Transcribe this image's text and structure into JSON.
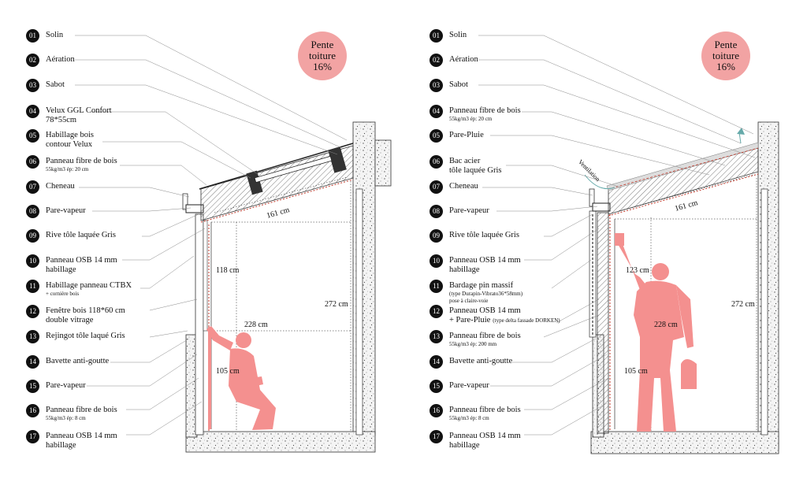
{
  "left": {
    "badge": [
      "Pente",
      "toiture",
      "16%"
    ],
    "items": [
      {
        "n": "01",
        "label": "Solin"
      },
      {
        "n": "02",
        "label": "Aération"
      },
      {
        "n": "03",
        "label": "Sabot"
      },
      {
        "n": "04",
        "label": "Velux GGL Confort",
        "label2": "78*55cm"
      },
      {
        "n": "05",
        "label": "Habillage bois",
        "label2": "contour Velux"
      },
      {
        "n": "06",
        "label": "Panneau fibre de bois",
        "sub": "55kg/m3 ép: 20 cm"
      },
      {
        "n": "07",
        "label": "Cheneau"
      },
      {
        "n": "08",
        "label": "Pare-vapeur"
      },
      {
        "n": "09",
        "label": "Rive tôle laquée Gris"
      },
      {
        "n": "10",
        "label": "Panneau OSB 14 mm",
        "label2": "habillage"
      },
      {
        "n": "11",
        "label": "Habillage panneau CTBX",
        "sub": "+ cornière bois"
      },
      {
        "n": "12",
        "label": "Fenêtre bois 118*60 cm",
        "label2": "double vitrage"
      },
      {
        "n": "13",
        "label": "Rejingot tôle laqué Gris"
      },
      {
        "n": "14",
        "label": "Bavette anti-goutte"
      },
      {
        "n": "15",
        "label": "Pare-vapeur"
      },
      {
        "n": "16",
        "label": "Panneau fibre de bois",
        "sub": "55kg/m3 ép: 8 cm"
      },
      {
        "n": "17",
        "label": "Panneau OSB 14 mm",
        "label2": "habillage"
      }
    ],
    "dims": {
      "d161": "161 cm",
      "d118": "118 cm",
      "d228": "228 cm",
      "d105": "105 cm",
      "d272": "272 cm"
    }
  },
  "right": {
    "badge": [
      "Pente",
      "toiture",
      "16%"
    ],
    "items": [
      {
        "n": "01",
        "label": "Solin"
      },
      {
        "n": "02",
        "label": "Aération"
      },
      {
        "n": "03",
        "label": "Sabot"
      },
      {
        "n": "04",
        "label": "Panneau fibre de bois",
        "sub": "55kg/m3 ép: 20 cm"
      },
      {
        "n": "05",
        "label": "Pare-Pluie"
      },
      {
        "n": "06",
        "label": "Bac acier",
        "label2": "tôle laquée Gris"
      },
      {
        "n": "07",
        "label": "Cheneau"
      },
      {
        "n": "08",
        "label": "Pare-vapeur"
      },
      {
        "n": "09",
        "label": "Rive tôle laquée Gris"
      },
      {
        "n": "10",
        "label": "Panneau OSB 14 mm",
        "label2": "habillage"
      },
      {
        "n": "11",
        "label": "Bardage pin massif",
        "sub": "(type Durapin-Vibrato36*58mm)",
        "sub2": "pose à claire-voie"
      },
      {
        "n": "12",
        "label": "Panneau OSB 14 mm",
        "label2": "+ Pare-Pluie",
        "inline_sub": "(type delta fassade DORKEN)"
      },
      {
        "n": "13",
        "label": "Panneau fibre de bois",
        "sub": "55kg/m3 ép: 200 mm"
      },
      {
        "n": "14",
        "label": "Bavette anti-goutte"
      },
      {
        "n": "15",
        "label": "Pare-vapeur"
      },
      {
        "n": "16",
        "label": "Panneau fibre de bois",
        "sub": "55kg/m3 ép: 8 cm"
      },
      {
        "n": "17",
        "label": "Panneau OSB 14 mm",
        "label2": "habillage"
      }
    ],
    "dims": {
      "d161": "161 cm",
      "d123": "123 cm",
      "d228": "228 cm",
      "d105": "105 cm",
      "d272": "272 cm"
    },
    "ventilation": "Ventilation"
  }
}
